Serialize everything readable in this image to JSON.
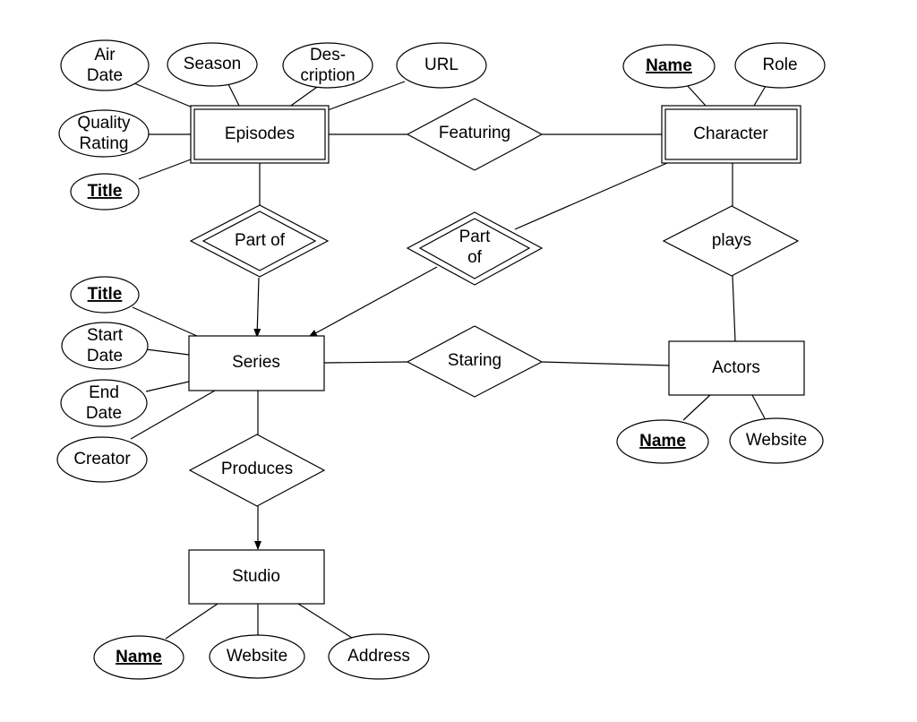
{
  "entities": {
    "episodes": "Episodes",
    "character": "Character",
    "series": "Series",
    "actors": "Actors",
    "studio": "Studio"
  },
  "relationships": {
    "featuring": "Featuring",
    "part_of_episodes": "Part of",
    "part_of_character": [
      "Part",
      "of"
    ],
    "plays": "plays",
    "staring": "Staring",
    "produces": "Produces"
  },
  "attributes": {
    "episodes": {
      "air_date": [
        "Air",
        "Date"
      ],
      "season": "Season",
      "description": [
        "Des-",
        "cription"
      ],
      "url": "URL",
      "quality_rating": [
        "Quality",
        "Rating"
      ],
      "title": "Title"
    },
    "character": {
      "name": "Name",
      "role": "Role"
    },
    "series": {
      "title": "Title",
      "start_date": [
        "Start",
        "Date"
      ],
      "end_date": [
        "End",
        "Date"
      ],
      "creator": "Creator"
    },
    "actors": {
      "name": "Name",
      "website": "Website"
    },
    "studio": {
      "name": "Name",
      "website": "Website",
      "address": "Address"
    }
  }
}
